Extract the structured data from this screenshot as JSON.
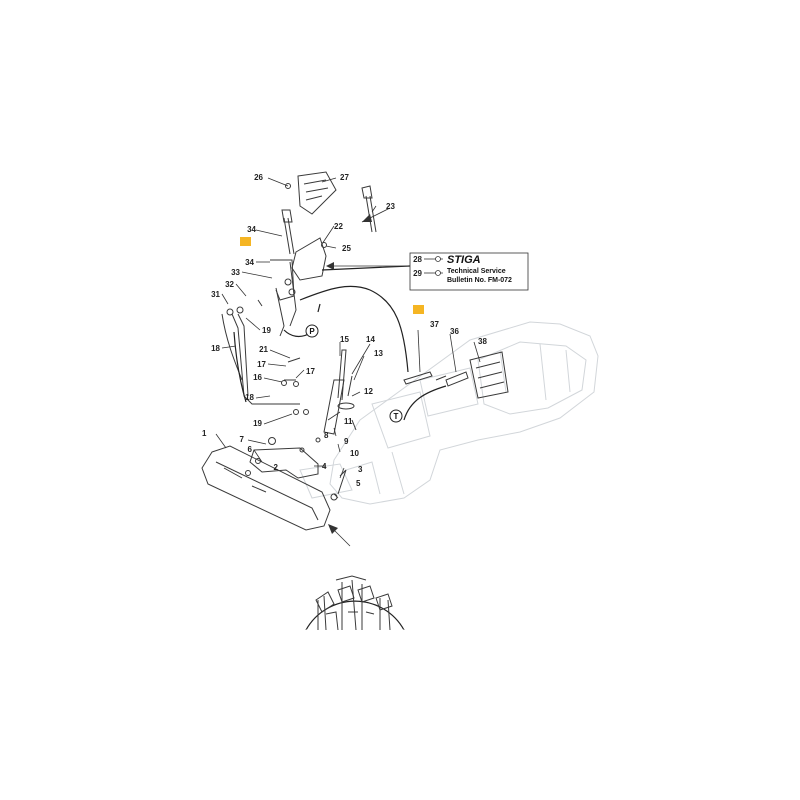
{
  "callouts": [
    {
      "id": "c1",
      "text": "1"
    },
    {
      "id": "c2",
      "text": "2"
    },
    {
      "id": "c3",
      "text": "3"
    },
    {
      "id": "c4",
      "text": "4"
    },
    {
      "id": "c5",
      "text": "5"
    },
    {
      "id": "c6",
      "text": "6"
    },
    {
      "id": "c7",
      "text": "7"
    },
    {
      "id": "c8",
      "text": "8"
    },
    {
      "id": "c9",
      "text": "9"
    },
    {
      "id": "c10",
      "text": "10"
    },
    {
      "id": "c11",
      "text": "11"
    },
    {
      "id": "c12",
      "text": "12"
    },
    {
      "id": "c13",
      "text": "13"
    },
    {
      "id": "c14",
      "text": "14"
    },
    {
      "id": "c15",
      "text": "15"
    },
    {
      "id": "c16",
      "text": "16"
    },
    {
      "id": "c17a",
      "text": "17"
    },
    {
      "id": "c17b",
      "text": "17"
    },
    {
      "id": "c18a",
      "text": "18"
    },
    {
      "id": "c18b",
      "text": "18"
    },
    {
      "id": "c19a",
      "text": "19"
    },
    {
      "id": "c19b",
      "text": "19"
    },
    {
      "id": "c21",
      "text": "21"
    },
    {
      "id": "c22",
      "text": "22"
    },
    {
      "id": "c23",
      "text": "23"
    },
    {
      "id": "c25",
      "text": "25"
    },
    {
      "id": "c26",
      "text": "26"
    },
    {
      "id": "c27",
      "text": "27"
    },
    {
      "id": "c28",
      "text": "28"
    },
    {
      "id": "c29",
      "text": "29"
    },
    {
      "id": "c31",
      "text": "31"
    },
    {
      "id": "c32",
      "text": "32"
    },
    {
      "id": "c33",
      "text": "33"
    },
    {
      "id": "c34a",
      "text": "34"
    },
    {
      "id": "c34b",
      "text": "34"
    },
    {
      "id": "c36",
      "text": "36"
    },
    {
      "id": "c37",
      "text": "37"
    },
    {
      "id": "c38",
      "text": "38"
    }
  ],
  "markers": {
    "p": "P",
    "t": "T"
  },
  "bulletin": {
    "brand": "STIGA",
    "line1": "Technical Service",
    "line2": "Bulletin No. FM-072"
  },
  "colors": {
    "highlight": "#f5b523",
    "line": "#333333",
    "faint": "#d2d6da"
  }
}
